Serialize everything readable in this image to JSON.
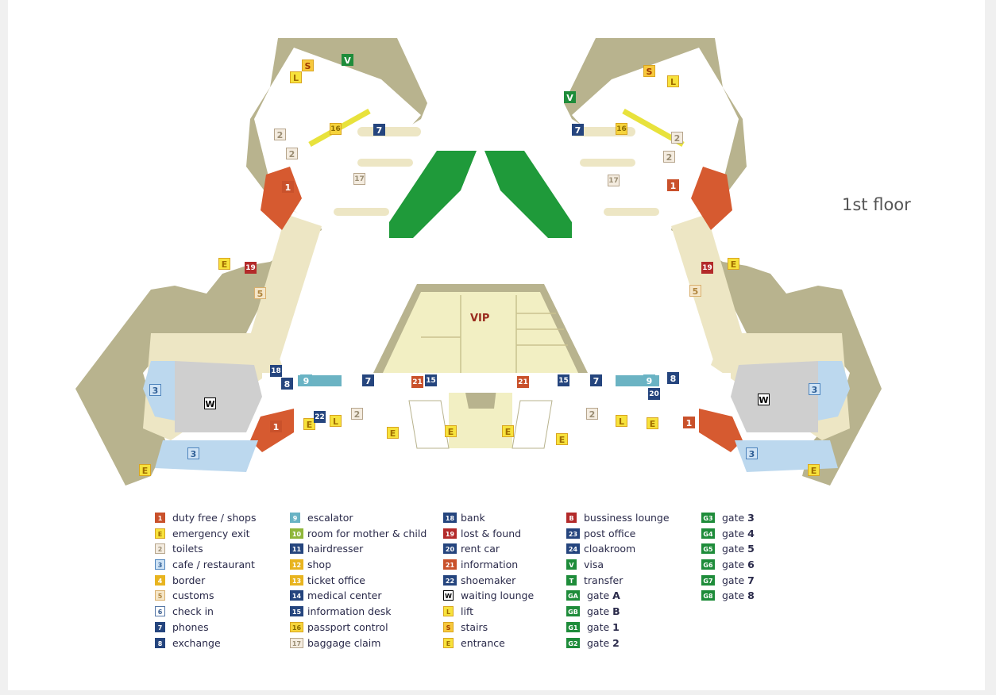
{
  "floor_label": "1st floor",
  "colors": {
    "structure": "#b8b38e",
    "hall": "#ede6c4",
    "vip": "#f2efc3",
    "green_area": "#1f9a3a",
    "cafe": "#bcd8ee",
    "waiting": "#cfcfcf",
    "escalator": "#6bb3c3"
  },
  "tags": {
    "c1": {
      "code": "1",
      "label": "duty free / shops",
      "fg": "#ffffff",
      "bg": "#c9512b",
      "border": "#c9512b"
    },
    "c2": {
      "code": "2",
      "label": "toilets",
      "fg": "#9a8d73",
      "bg": "#f4ece0",
      "border": "#b6a58c"
    },
    "c3": {
      "code": "3",
      "label": "cafe / restaurant",
      "fg": "#2f5f96",
      "bg": "#cfe3f5",
      "border": "#4e84bd"
    },
    "c4": {
      "code": "4",
      "label": "border",
      "fg": "#ffffff",
      "bg": "#e8b41f",
      "border": "#e8b41f"
    },
    "c5": {
      "code": "5",
      "label": "customs",
      "fg": "#b0853d",
      "bg": "#f5e6c8",
      "border": "#d9b06e"
    },
    "c6": {
      "code": "6",
      "label": "check in",
      "fg": "#3a5e90",
      "bg": "#ffffff",
      "border": "#5577a6"
    },
    "c7": {
      "code": "7",
      "label": "phones",
      "fg": "#ffffff",
      "bg": "#25457e",
      "border": "#25457e"
    },
    "c8": {
      "code": "8",
      "label": "exchange",
      "fg": "#ffffff",
      "bg": "#25457e",
      "border": "#25457e"
    },
    "c9": {
      "code": "9",
      "label": "escalator",
      "fg": "#ffffff",
      "bg": "#69b3c4",
      "border": "#69b3c4"
    },
    "c10": {
      "code": "10",
      "label": "room for mother & child",
      "fg": "#ffffff",
      "bg": "#8fb63a",
      "border": "#8fb63a"
    },
    "c11": {
      "code": "11",
      "label": "hairdresser",
      "fg": "#ffffff",
      "bg": "#25457e",
      "border": "#25457e"
    },
    "c12": {
      "code": "12",
      "label": "shop",
      "fg": "#ffffff",
      "bg": "#e8b41f",
      "border": "#e8b41f"
    },
    "c13": {
      "code": "13",
      "label": "ticket office",
      "fg": "#ffffff",
      "bg": "#e8b41f",
      "border": "#e8b41f"
    },
    "c14": {
      "code": "14",
      "label": "medical center",
      "fg": "#ffffff",
      "bg": "#25457e",
      "border": "#25457e"
    },
    "c15": {
      "code": "15",
      "label": "information desk",
      "fg": "#ffffff",
      "bg": "#25457e",
      "border": "#25457e"
    },
    "c16": {
      "code": "16",
      "label": "passport control",
      "fg": "#8a6a00",
      "bg": "#f6d43c",
      "border": "#d9a521"
    },
    "c17": {
      "code": "17",
      "label": "baggage claim",
      "fg": "#9a8d73",
      "bg": "#f4ece0",
      "border": "#b6a58c"
    },
    "c18": {
      "code": "18",
      "label": "bank",
      "fg": "#ffffff",
      "bg": "#25457e",
      "border": "#25457e"
    },
    "c19": {
      "code": "19",
      "label": "lost & found",
      "fg": "#ffffff",
      "bg": "#b32a2a",
      "border": "#b32a2a"
    },
    "c20": {
      "code": "20",
      "label": "rent car",
      "fg": "#ffffff",
      "bg": "#25457e",
      "border": "#25457e"
    },
    "c21": {
      "code": "21",
      "label": "information",
      "fg": "#ffffff",
      "bg": "#c9512b",
      "border": "#c9512b"
    },
    "c22": {
      "code": "22",
      "label": "shoemaker",
      "fg": "#ffffff",
      "bg": "#25457e",
      "border": "#25457e"
    },
    "cW": {
      "code": "W",
      "label": "waiting lounge",
      "fg": "#000000",
      "bg": "#ffffff",
      "border": "#000000"
    },
    "cL": {
      "code": "L",
      "label": "lift",
      "fg": "#a06d00",
      "bg": "#f7e23c",
      "border": "#d9a521"
    },
    "cS": {
      "code": "S",
      "label": "stairs",
      "fg": "#a03a00",
      "bg": "#f7c83c",
      "border": "#d9a521"
    },
    "cE": {
      "code": "E",
      "label": "entrance",
      "fg": "#a06d00",
      "bg": "#f7e23c",
      "border": "#d9a521"
    },
    "cB": {
      "code": "B",
      "label": "bussiness lounge",
      "fg": "#ffffff",
      "bg": "#b32a2a",
      "border": "#b32a2a"
    },
    "c23": {
      "code": "23",
      "label": "post office",
      "fg": "#ffffff",
      "bg": "#25457e",
      "border": "#25457e"
    },
    "c24": {
      "code": "24",
      "label": "cloakroom",
      "fg": "#ffffff",
      "bg": "#25457e",
      "border": "#25457e"
    },
    "cV": {
      "code": "V",
      "label": "visa",
      "fg": "#ffffff",
      "bg": "#1e8c3a",
      "border": "#1e8c3a"
    },
    "cT": {
      "code": "T",
      "label": "transfer",
      "fg": "#ffffff",
      "bg": "#1e8c3a",
      "border": "#1e8c3a"
    },
    "cGA": {
      "code": "GA",
      "label": "gate",
      "strong": "A",
      "fg": "#ffffff",
      "bg": "#1e8c3a",
      "border": "#1e8c3a"
    },
    "cGB": {
      "code": "GB",
      "label": "gate",
      "strong": "B",
      "fg": "#ffffff",
      "bg": "#1e8c3a",
      "border": "#1e8c3a"
    },
    "cG1": {
      "code": "G1",
      "label": "gate",
      "strong": "1",
      "fg": "#ffffff",
      "bg": "#1e8c3a",
      "border": "#1e8c3a"
    },
    "cG2": {
      "code": "G2",
      "label": "gate",
      "strong": "2",
      "fg": "#ffffff",
      "bg": "#1e8c3a",
      "border": "#1e8c3a"
    },
    "cG3": {
      "code": "G3",
      "label": "gate",
      "strong": "3",
      "fg": "#ffffff",
      "bg": "#1e8c3a",
      "border": "#1e8c3a"
    },
    "cG4": {
      "code": "G4",
      "label": "gate",
      "strong": "4",
      "fg": "#ffffff",
      "bg": "#1e8c3a",
      "border": "#1e8c3a"
    },
    "cG5": {
      "code": "G5",
      "label": "gate",
      "strong": "5",
      "fg": "#ffffff",
      "bg": "#1e8c3a",
      "border": "#1e8c3a"
    },
    "cG6": {
      "code": "G6",
      "label": "gate",
      "strong": "6",
      "fg": "#ffffff",
      "bg": "#1e8c3a",
      "border": "#1e8c3a"
    },
    "cG7": {
      "code": "G7",
      "label": "gate",
      "strong": "7",
      "fg": "#ffffff",
      "bg": "#1e8c3a",
      "border": "#1e8c3a"
    },
    "cG8": {
      "code": "G8",
      "label": "gate",
      "strong": "8",
      "fg": "#ffffff",
      "bg": "#1e8c3a",
      "border": "#1e8c3a"
    }
  },
  "legend": [
    [
      "c1",
      "cE",
      "c2",
      "c3",
      "c4",
      "c5",
      "c6",
      "c7",
      "c8"
    ],
    [
      "c9",
      "c10",
      "c11",
      "c12",
      "c13",
      "c14",
      "c15",
      "c16",
      "c17"
    ],
    [
      "c18",
      "c19",
      "c20",
      "c21",
      "c22",
      "cW",
      "cL",
      "cS",
      "cE"
    ],
    [
      "cB",
      "c23",
      "c24",
      "cV",
      "cT",
      "cGA",
      "cGB",
      "cG1",
      "cG2"
    ],
    [
      "cG3",
      "cG4",
      "cG5",
      "cG6",
      "cG7",
      "cG8"
    ]
  ],
  "legend_overrides": {
    "0.1": "emergency exit"
  },
  "map_room_labels": {
    "vip": "VIP"
  }
}
